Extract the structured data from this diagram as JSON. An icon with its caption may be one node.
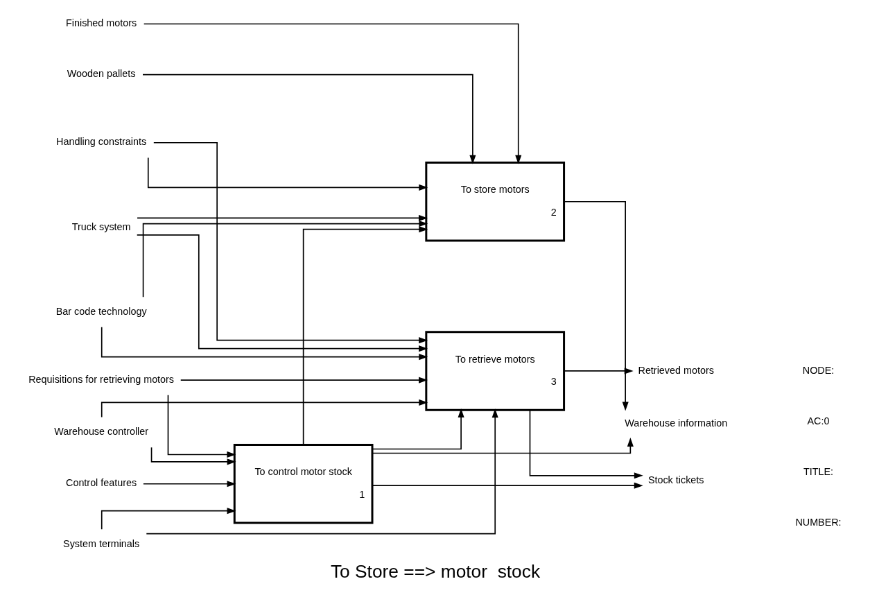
{
  "diagram": {
    "title": "To Store ==> motor  stock",
    "nodes": [
      {
        "text": [
          "Control features"
        ]
      },
      {
        "text": [
          "Handling constraints"
        ]
      },
      {
        "text": [
          "Requisitions for retrieving motors"
        ]
      },
      {
        "text": [
          "To control motor stock",
          "1"
        ]
      },
      {
        "text": [
          "Warehouse information"
        ]
      },
      {
        "text": [
          "Stock tickets"
        ]
      },
      {
        "text": [
          "Finished motors"
        ]
      },
      {
        "text": [
          "Wooden pallets"
        ]
      },
      {
        "text": [
          "To store motors",
          "2"
        ]
      },
      {
        "text": [
          "To retrieve motors",
          "3"
        ]
      },
      {
        "text": [
          "Retrieved motors"
        ]
      },
      {
        "text": [
          "Warehouse controller"
        ]
      },
      {
        "text": [
          "System terminals"
        ]
      },
      {
        "text": [
          "Truck system"
        ]
      },
      {
        "text": [
          "Bar code technology"
        ]
      }
    ],
    "edges": [
      {
        "from": 0,
        "to": 3,
        "arrow": "to"
      },
      {
        "from": 1,
        "to": 8,
        "arrow": "to"
      },
      {
        "from": 1,
        "to": 9,
        "arrow": "to"
      },
      {
        "from": 2,
        "to": 3,
        "arrow": "to"
      },
      {
        "from": 2,
        "to": 9,
        "arrow": "to"
      },
      {
        "from": 3,
        "to": 4,
        "arrow": "to"
      },
      {
        "from": 3,
        "to": 5,
        "arrow": "to"
      },
      {
        "from": 3,
        "to": 8,
        "arrow": "to"
      },
      {
        "from": 3,
        "to": 9,
        "arrow": "to"
      },
      {
        "from": 6,
        "to": 8,
        "arrow": "to"
      },
      {
        "from": 7,
        "to": 8,
        "arrow": "to"
      },
      {
        "from": 8,
        "to": 4,
        "arrow": "to"
      },
      {
        "from": 9,
        "to": 5,
        "arrow": "to"
      },
      {
        "from": 9,
        "to": 10,
        "arrow": "to"
      },
      {
        "from": 11,
        "to": 3,
        "arrow": "to"
      },
      {
        "from": 11,
        "to": 9,
        "arrow": "to"
      },
      {
        "from": 12,
        "to": 3,
        "arrow": "to"
      },
      {
        "from": 12,
        "to": 9,
        "arrow": "to"
      },
      {
        "from": 13,
        "to": 8,
        "arrow": "to"
      },
      {
        "from": 13,
        "to": 9,
        "arrow": "to"
      },
      {
        "from": 14,
        "to": 8,
        "arrow": "to"
      },
      {
        "from": 14,
        "to": 9,
        "arrow": "to"
      }
    ],
    "labels": [
      "NODE:",
      "AC:0",
      "TITLE:",
      "NUMBER:"
    ]
  }
}
